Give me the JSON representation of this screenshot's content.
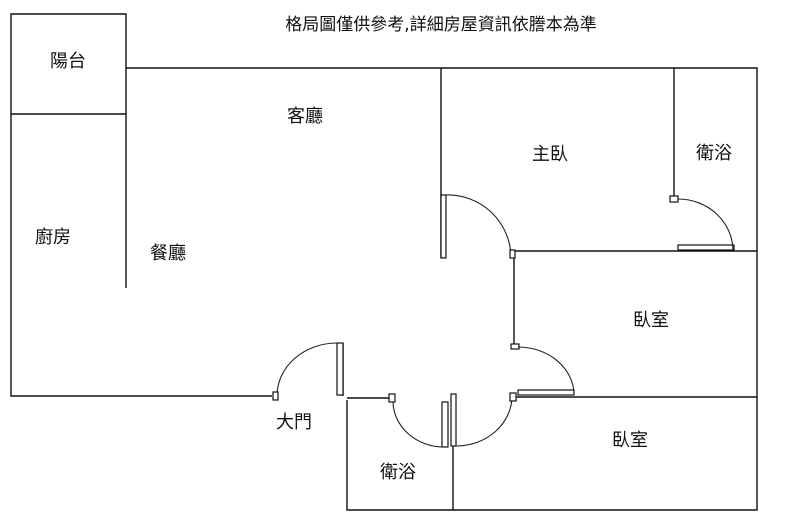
{
  "notice": "格局圖僅供參考,詳細房屋資訊依謄本為準",
  "rooms": {
    "balcony": "陽台",
    "living_room": "客廳",
    "master_bedroom": "主臥",
    "master_bath": "衛浴",
    "kitchen": "廚房",
    "dining_room": "餐廳",
    "bedroom_2": "臥室",
    "bedroom_3": "臥室",
    "bathroom": "衛浴",
    "main_door": "大門"
  }
}
